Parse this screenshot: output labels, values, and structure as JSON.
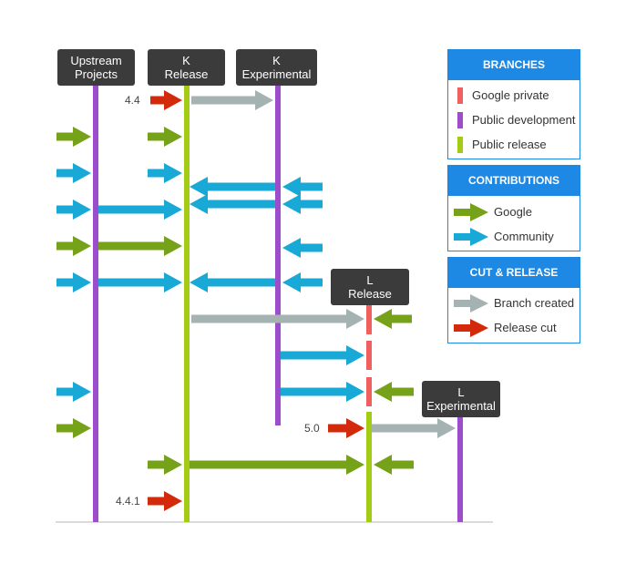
{
  "colors": {
    "purple": "#9c4dcc",
    "lime": "#a4cc14",
    "red_private": "#f06060",
    "green": "#76a21a",
    "blue": "#18a9d6",
    "gray": "#a4b2b2",
    "red": "#d42a0c",
    "header_bg": "#3b3b3b",
    "legend_blue": "#1e88e5"
  },
  "lanes": {
    "upstream": [
      "Upstream",
      "Projects"
    ],
    "k_release": [
      "K",
      "Release"
    ],
    "k_experimental": [
      "K",
      "Experimental"
    ],
    "l_release": [
      "L",
      "Release"
    ],
    "l_experimental": [
      "L",
      "Experimental"
    ]
  },
  "versions": {
    "k_44": "4.4",
    "l_50": "5.0",
    "k_441": "4.4.1"
  },
  "legend": {
    "branches": {
      "title": "BRANCHES",
      "items": [
        {
          "label": "Google private",
          "icon": "red-swatch"
        },
        {
          "label": "Public development",
          "icon": "purple-swatch"
        },
        {
          "label": "Public release",
          "icon": "lime-swatch"
        }
      ]
    },
    "contributions": {
      "title": "CONTRIBUTIONS",
      "items": [
        {
          "label": "Google",
          "icon": "green-arrow"
        },
        {
          "label": "Community",
          "icon": "blue-arrow"
        }
      ]
    },
    "cut_release": {
      "title": "CUT & RELEASE",
      "items": [
        {
          "label": "Branch created",
          "icon": "gray-arrow"
        },
        {
          "label": "Release cut",
          "icon": "red-arrow"
        }
      ]
    }
  }
}
